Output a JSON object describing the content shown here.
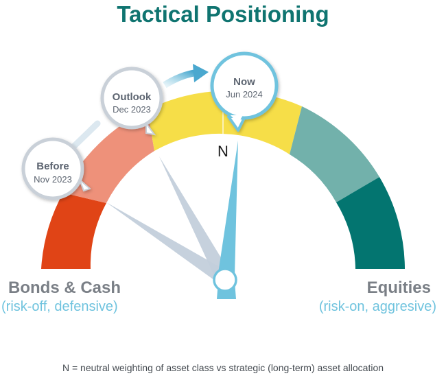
{
  "title": "Tactical Positioning",
  "neutral_mark": "N",
  "bubbles": [
    {
      "label": "Before",
      "date": "Nov 2023"
    },
    {
      "label": "Outlook",
      "date": "Dec 2023"
    },
    {
      "label": "Now",
      "date": "Jun 2024"
    }
  ],
  "left": {
    "label": "Bonds & Cash",
    "sub": "(risk-off, defensive)"
  },
  "right": {
    "label": "Equities",
    "sub": "(risk-on, aggresive)"
  },
  "footnote": "N = neutral weighting of asset class vs strategic (long-term) asset allocation",
  "colors": {
    "segments": [
      "#e04416",
      "#ee917a",
      "#f6de48",
      "#72b1ab",
      "#037570"
    ],
    "title": "#0f7470",
    "needle_now": "#6fc3de",
    "needle_past": "#c3cfdb",
    "side_label": "#7a7f86"
  }
}
